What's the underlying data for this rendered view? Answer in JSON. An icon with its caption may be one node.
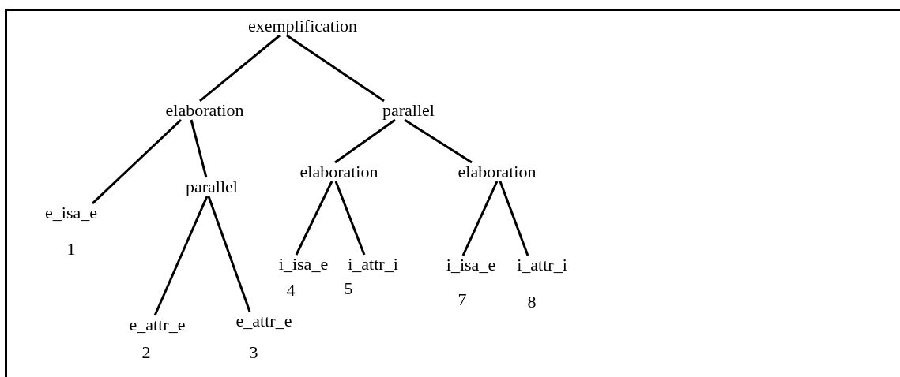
{
  "diagram": {
    "nodes": [
      {
        "text": [
          "exemplification"
        ]
      },
      {
        "text": [
          "elaboration"
        ]
      },
      {
        "text": [
          "parallel"
        ]
      },
      {
        "text": [
          "e_isa_e"
        ],
        "beside": [
          "1"
        ]
      },
      {
        "text": [
          "parallel"
        ]
      },
      {
        "text": [
          "elaboration"
        ]
      },
      {
        "text": [
          "elaboration"
        ]
      },
      {
        "text": [
          "e_attr_e"
        ],
        "beside": [
          "2"
        ]
      },
      {
        "text": [
          "e_attr_e"
        ],
        "beside": [
          "3"
        ]
      },
      {
        "text": [
          "i_isa_e"
        ],
        "beside": [
          "4"
        ]
      },
      {
        "text": [
          "i_attr_i"
        ],
        "beside": [
          "5"
        ]
      },
      {
        "text": [
          "i_isa_e"
        ],
        "beside": [
          "7"
        ]
      },
      {
        "text": [
          "i_attr_i"
        ],
        "beside": [
          "8"
        ]
      }
    ],
    "edges": [
      {
        "from": 0,
        "to": 1,
        "arrow": "none"
      },
      {
        "from": 0,
        "to": 2,
        "arrow": "none"
      },
      {
        "from": 1,
        "to": 3,
        "arrow": "none"
      },
      {
        "from": 1,
        "to": 4,
        "arrow": "none"
      },
      {
        "from": 2,
        "to": 5,
        "arrow": "none"
      },
      {
        "from": 2,
        "to": 6,
        "arrow": "none"
      },
      {
        "from": 4,
        "to": 7,
        "arrow": "none"
      },
      {
        "from": 4,
        "to": 8,
        "arrow": "none"
      },
      {
        "from": 5,
        "to": 9,
        "arrow": "none"
      },
      {
        "from": 5,
        "to": 10,
        "arrow": "none"
      },
      {
        "from": 6,
        "to": 11,
        "arrow": "none"
      },
      {
        "from": 6,
        "to": 12,
        "arrow": "none"
      }
    ]
  }
}
